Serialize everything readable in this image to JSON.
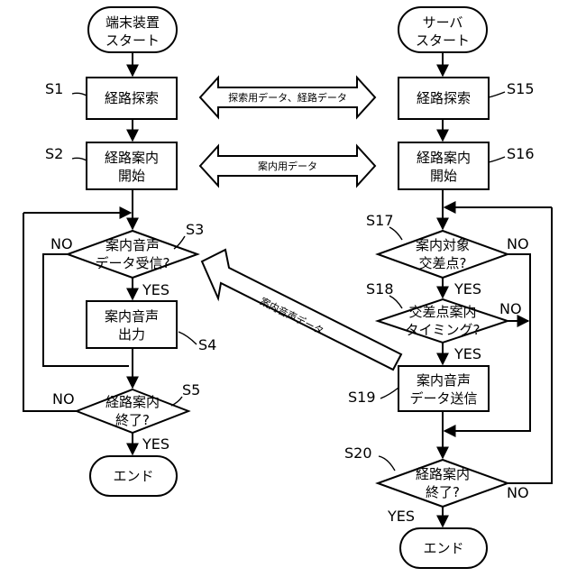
{
  "terminal": {
    "start_left": [
      "端末装置",
      "スタート"
    ],
    "start_right": [
      "サーバ",
      "スタート"
    ],
    "end_left": "エンド",
    "end_right": "エンド"
  },
  "steps": {
    "s1": "経路探索",
    "s2": [
      "経路案内",
      "開始"
    ],
    "s3": [
      "案内音声",
      "データ受信?"
    ],
    "s4": [
      "案内音声",
      "出力"
    ],
    "s5": [
      "経路案内",
      "終了?"
    ],
    "s15": "経路探索",
    "s16": [
      "経路案内",
      "開始"
    ],
    "s17": [
      "案内対象",
      "交差点?"
    ],
    "s18": [
      "交差点案内",
      "タイミング?"
    ],
    "s19": [
      "案内音声",
      "データ送信"
    ],
    "s20": [
      "経路案内",
      "終了?"
    ]
  },
  "step_labels": {
    "s1": "S1",
    "s2": "S2",
    "s3": "S3",
    "s4": "S4",
    "s5": "S5",
    "s15": "S15",
    "s16": "S16",
    "s17": "S17",
    "s18": "S18",
    "s19": "S19",
    "s20": "S20"
  },
  "branch": {
    "yes": "YES",
    "no": "NO"
  },
  "transfers": {
    "search_data": "探索用データ、経路データ",
    "guide_data": "案内用データ",
    "voice_data": "案内音声データ"
  }
}
